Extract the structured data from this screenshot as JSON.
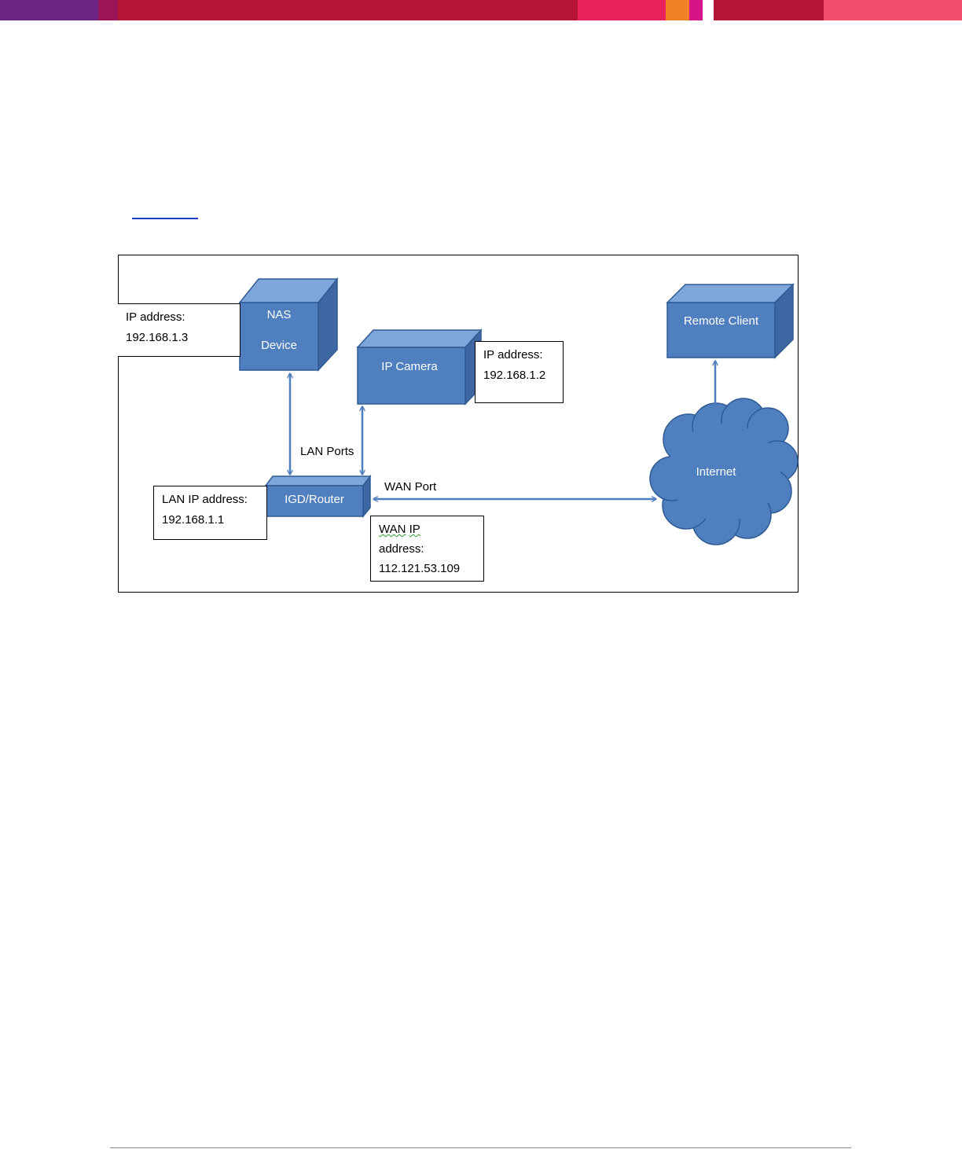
{
  "colors": {
    "device_fill": "#4f7fbf",
    "device_top": "#7ea6da",
    "device_side": "#3d67a3",
    "device_stroke": "#2f5b94",
    "link": "#1e3cc8",
    "top_bar": [
      "#6a2483",
      "#9b1457",
      "#b51536",
      "#e8215d",
      "#f08124",
      "#d6148a",
      "#ffffff",
      "#b51536",
      "#f24f6d"
    ]
  },
  "diagram": {
    "devices": {
      "nas": {
        "line1": "NAS",
        "line2": "Device"
      },
      "ip_camera": "IP Camera",
      "remote_client": "Remote Client",
      "router": "IGD/Router",
      "internet": "Internet"
    },
    "callouts": {
      "nas_ip": {
        "line1": "IP address:",
        "line2": "192.168.1.3"
      },
      "camera_ip": {
        "line1": "IP address:",
        "line2": "192.168.1.2"
      },
      "lan_ip": {
        "line1": "LAN IP address:",
        "line2": "192.168.1.1"
      },
      "wan_ip": {
        "word1": "WAN",
        "word2": "IP",
        "line2": "address:",
        "line3": "112.121.53.109"
      }
    },
    "labels": {
      "lan_ports": "LAN Ports",
      "wan_port": "WAN Port"
    }
  }
}
